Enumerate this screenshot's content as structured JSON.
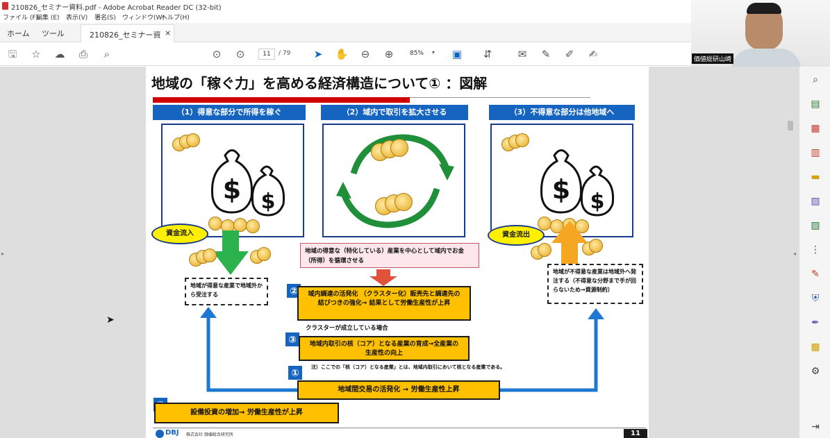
{
  "window": {
    "title": "210826_セミナー資料.pdf - Adobe Acrobat Reader DC (32-bit)"
  },
  "menu": [
    "ファイル (F)",
    "編集 (E)",
    "表示(V)",
    "署名(S)",
    "ウィンドウ(W)",
    "ヘルプ(H)"
  ],
  "tabs": {
    "home": "ホーム",
    "tools": "ツール",
    "document": "210826_セミナー資料...",
    "close": "×"
  },
  "toolbar": {
    "current_page": "11",
    "total_pages": "/ 79",
    "zoom": "85%"
  },
  "video": {
    "participant_name": "価値総研山崎"
  },
  "slide": {
    "title": "地域の「稼ぐ力」を高める経済構造について① ：図解",
    "sections": [
      "（1）得意な部分で所得を稼ぐ",
      "（2）域内で取引を拡大させる",
      "（3）不得意な部分は他地域へ"
    ],
    "inflow_label": "資金流入",
    "outflow_label": "資金流出",
    "inflow_note": "地域が得意な産業で地域外から受注する",
    "outflow_note": "地域が不得意な産業は地域外へ発注する（不得意な分野まで手が回らないため→資源制約）",
    "circulation_note": "地域の得意な（特化している）産業を中心として域内でお金（所得）を循環させる",
    "step2_num": "②",
    "step2_text": "域内調達の活発化 （クラスター化）販売先と調達先の結びつきの強化→ 結果として労働生産性が上昇",
    "cluster_condition": "クラスターが成立している場合",
    "step3_num": "③",
    "step3_text": "地域内取引の核（コア）となる産業の育成→全産業の生産性の向上",
    "note_core": "注）ここでの「核（コア）となる産業」とは、地域内取引において核となる産業である。",
    "step1_num": "①",
    "step1_text": "地域間交易の活発化 → 労働生産性上昇",
    "step4_num": "④",
    "step4_text": "設備投資の増加→ 労働生産性が上昇",
    "footer_logo": "DBJ",
    "footer_company": "株式会社 価値総合研究所",
    "page_number": "11"
  },
  "colors": {
    "accent_blue": "#1565c0",
    "gold": "#ffc000",
    "arrow_green": "#2bb24c",
    "arrow_orange": "#f5a623",
    "arrow_blue": "#1e78d2",
    "circle_green": "#1f8f3a",
    "red_bar": "#d00000"
  }
}
